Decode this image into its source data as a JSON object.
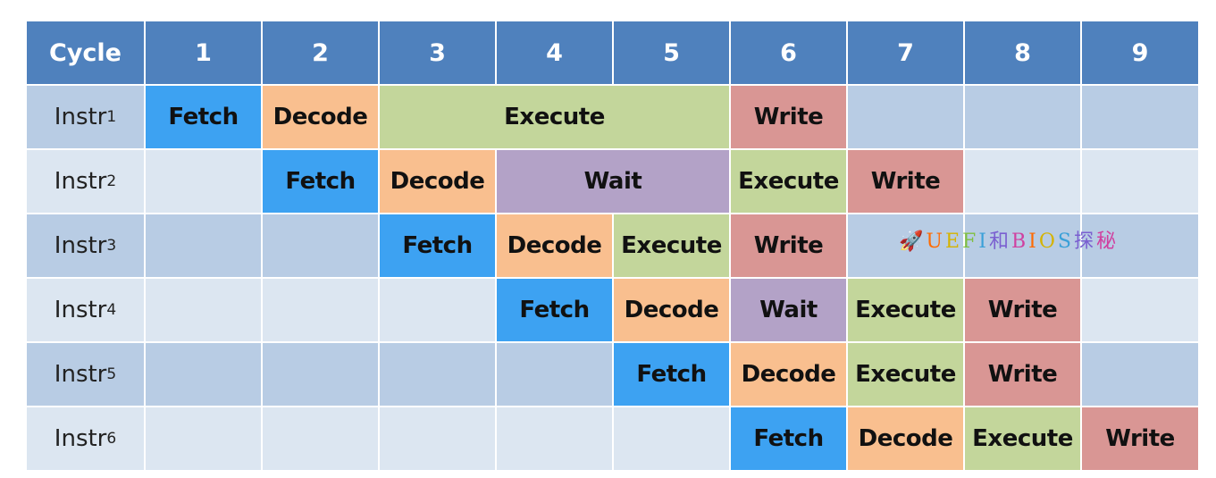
{
  "colors": {
    "header": "#4f81bd",
    "row_odd": "#b8cce4",
    "row_even": "#dce6f1",
    "Fetch": "#3da2f2",
    "Decode": "#f9bf8f",
    "Execute": "#c3d69b",
    "Wait": "#b3a2c7",
    "Write": "#d99694"
  },
  "header": {
    "label": "Cycle",
    "cycles": [
      "1",
      "2",
      "3",
      "4",
      "5",
      "6",
      "7",
      "8",
      "9"
    ]
  },
  "rows": [
    {
      "base": "Instr",
      "sub": "1",
      "stages": [
        {
          "label": "Fetch",
          "start": 1,
          "span": 1
        },
        {
          "label": "Decode",
          "start": 2,
          "span": 1
        },
        {
          "label": "Execute",
          "start": 3,
          "span": 3
        },
        {
          "label": "Write",
          "start": 6,
          "span": 1
        }
      ]
    },
    {
      "base": "Instr",
      "sub": "2",
      "stages": [
        {
          "label": "Fetch",
          "start": 2,
          "span": 1
        },
        {
          "label": "Decode",
          "start": 3,
          "span": 1
        },
        {
          "label": "Wait",
          "start": 4,
          "span": 2
        },
        {
          "label": "Execute",
          "start": 6,
          "span": 1
        },
        {
          "label": "Write",
          "start": 7,
          "span": 1
        }
      ]
    },
    {
      "base": "Instr",
      "sub": "3",
      "stages": [
        {
          "label": "Fetch",
          "start": 3,
          "span": 1
        },
        {
          "label": "Decode",
          "start": 4,
          "span": 1
        },
        {
          "label": "Execute",
          "start": 5,
          "span": 1
        },
        {
          "label": "Write",
          "start": 6,
          "span": 1
        }
      ]
    },
    {
      "base": "Instr",
      "sub": "4",
      "stages": [
        {
          "label": "Fetch",
          "start": 4,
          "span": 1
        },
        {
          "label": "Decode",
          "start": 5,
          "span": 1
        },
        {
          "label": "Wait",
          "start": 6,
          "span": 1
        },
        {
          "label": "Execute",
          "start": 7,
          "span": 1
        },
        {
          "label": "Write",
          "start": 8,
          "span": 1
        }
      ]
    },
    {
      "base": "Instr",
      "sub": "5",
      "stages": [
        {
          "label": "Fetch",
          "start": 5,
          "span": 1
        },
        {
          "label": "Decode",
          "start": 6,
          "span": 1
        },
        {
          "label": "Execute",
          "start": 7,
          "span": 1
        },
        {
          "label": "Write",
          "start": 8,
          "span": 1
        }
      ]
    },
    {
      "base": "Instr",
      "sub": "6",
      "stages": [
        {
          "label": "Fetch",
          "start": 6,
          "span": 1
        },
        {
          "label": "Decode",
          "start": 7,
          "span": 1
        },
        {
          "label": "Execute",
          "start": 8,
          "span": 1
        },
        {
          "label": "Write",
          "start": 9,
          "span": 1
        }
      ]
    }
  ],
  "watermark": {
    "text": "UEFI和BIOS探秘",
    "colors": [
      "#ff6a00",
      "#d5b300",
      "#7fbf3f",
      "#3aa0d8",
      "#7a5fd0",
      "#d040a0",
      "#ff6a00",
      "#d5b300",
      "#3aa0d8",
      "#7a5fd0",
      "#d040a0",
      "#ff6a00"
    ]
  }
}
